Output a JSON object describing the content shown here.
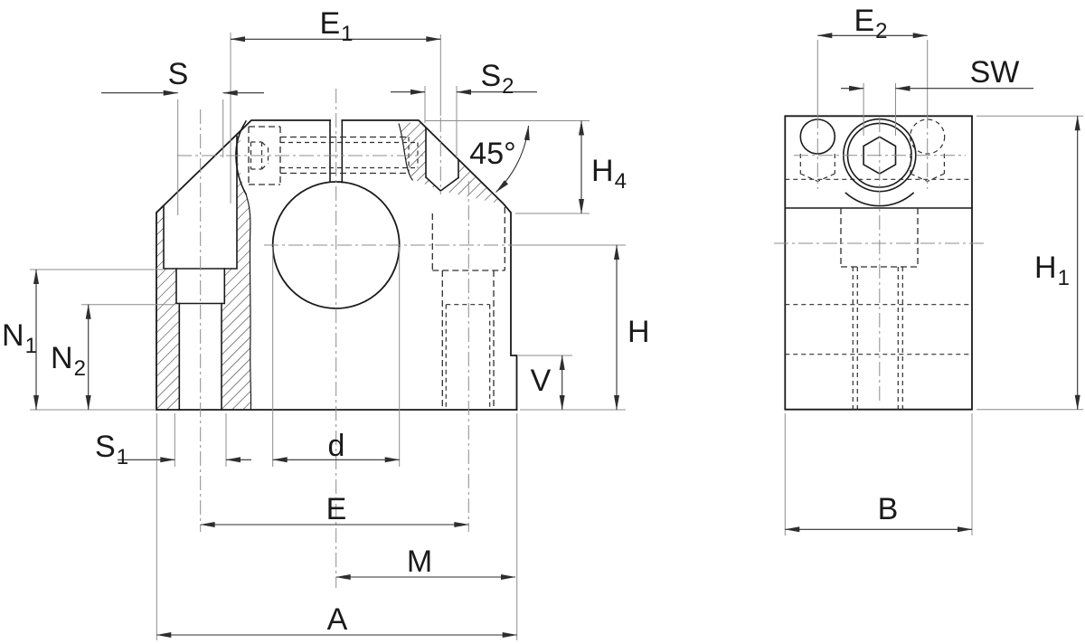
{
  "colors": {
    "line": "#1a1a1a",
    "thin": "#8c8c8c",
    "dim": "#2e2e2e",
    "bg": "#ffffff"
  },
  "drawing": {
    "description": "Two-view dimensioned technical drawing of a shaft support block",
    "front_view": {
      "labels": {
        "E1": {
          "base": "E",
          "sub": "1"
        },
        "S": {
          "base": "S",
          "sub": ""
        },
        "S2": {
          "base": "S",
          "sub": "2"
        },
        "angle": {
          "base": "45°",
          "sub": ""
        },
        "H4": {
          "base": "H",
          "sub": "4"
        },
        "N1": {
          "base": "N",
          "sub": "1"
        },
        "N2": {
          "base": "N",
          "sub": "2"
        },
        "S1": {
          "base": "S",
          "sub": "1"
        },
        "d": {
          "base": "d",
          "sub": ""
        },
        "E": {
          "base": "E",
          "sub": ""
        },
        "M": {
          "base": "M",
          "sub": ""
        },
        "A": {
          "base": "A",
          "sub": ""
        },
        "H": {
          "base": "H",
          "sub": ""
        },
        "V": {
          "base": "V",
          "sub": ""
        }
      }
    },
    "side_view": {
      "labels": {
        "E2": {
          "base": "E",
          "sub": "2"
        },
        "SW": {
          "base": "SW",
          "sub": ""
        },
        "H1": {
          "base": "H",
          "sub": "1"
        },
        "B": {
          "base": "B",
          "sub": ""
        }
      }
    }
  }
}
